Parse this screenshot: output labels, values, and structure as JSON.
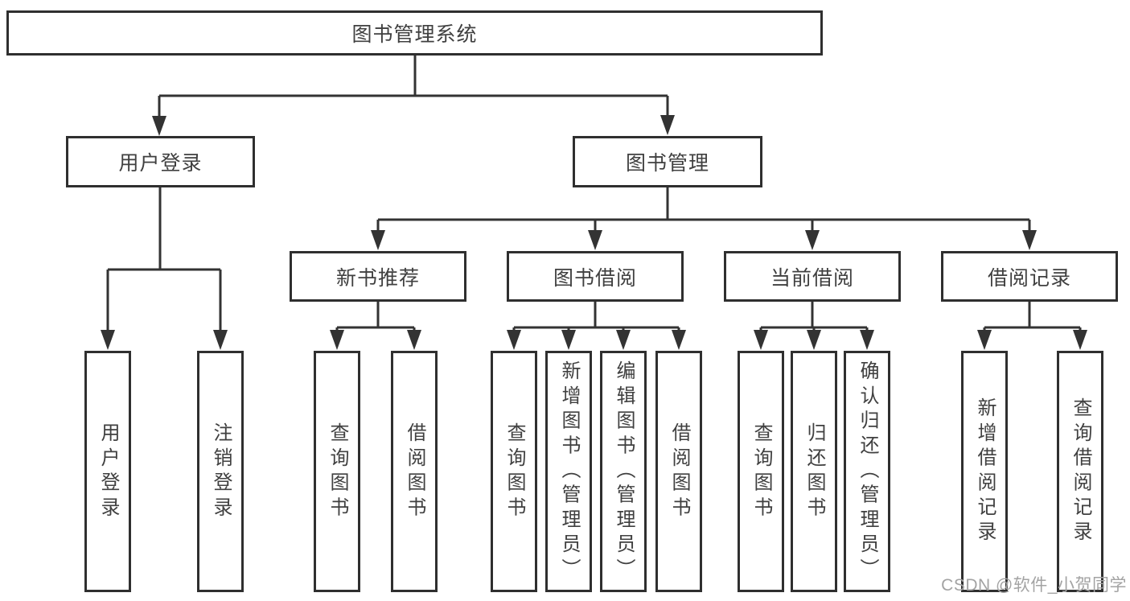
{
  "tree": {
    "label": "图书管理系统",
    "children": [
      {
        "label": "用户登录",
        "children": [
          {
            "label": "用户登录"
          },
          {
            "label": "注销登录"
          }
        ]
      },
      {
        "label": "图书管理",
        "children": [
          {
            "label": "新书推荐",
            "children": [
              {
                "label": "查询图书"
              },
              {
                "label": "借阅图书"
              }
            ]
          },
          {
            "label": "图书借阅",
            "children": [
              {
                "label": "查询图书"
              },
              {
                "label": "新增图书（管理员）"
              },
              {
                "label": "编辑图书（管理员）"
              },
              {
                "label": "借阅图书"
              }
            ]
          },
          {
            "label": "当前借阅",
            "children": [
              {
                "label": "查询图书"
              },
              {
                "label": "归还图书"
              },
              {
                "label": "确认归还（管理员）"
              }
            ]
          },
          {
            "label": "借阅记录",
            "children": [
              {
                "label": "新增借阅记录"
              },
              {
                "label": "查询借阅记录"
              }
            ]
          }
        ]
      }
    ]
  },
  "watermark": {
    "text": "CSDN @软件_小贺同学"
  },
  "colors": {
    "line": "#333333",
    "box_border": "#2f2f2f",
    "text": "#404040",
    "watermark": "#a3a3a3",
    "background": "#ffffff"
  }
}
